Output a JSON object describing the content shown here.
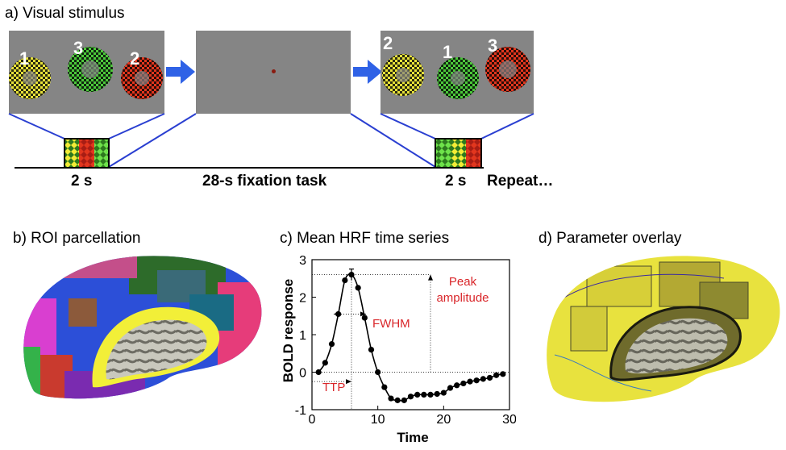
{
  "panel_a": {
    "title": "a) Visual stimulus",
    "frame1_numbers": [
      "1",
      "3",
      "2"
    ],
    "frame3_numbers": [
      "2",
      "1",
      "3"
    ],
    "label_2s_left": "2 s",
    "label_fixation": "28-s fixation task",
    "label_2s_right": "2 s",
    "label_repeat": "Repeat…",
    "colors": {
      "yellow": "#e8e23a",
      "green": "#4cc93a",
      "red": "#e2361e",
      "arrow": "#2f62e6",
      "guide": "#2a3fd1",
      "gray": "#858585"
    }
  },
  "panel_b": {
    "title": "b) ROI parcellation"
  },
  "panel_c": {
    "title": "c) Mean HRF time series",
    "annotations": {
      "ttp": "TTP",
      "fwhm": "FWHM",
      "peak_line1": "Peak",
      "peak_line2": "amplitude"
    },
    "annotation_color": "#d9262a"
  },
  "panel_d": {
    "title": "d) Parameter overlay"
  },
  "chart_data": {
    "type": "line",
    "title": "c) Mean HRF time series",
    "xlabel": "Time",
    "ylabel": "BOLD response",
    "xlim": [
      0,
      30
    ],
    "ylim": [
      -1,
      3
    ],
    "xticks": [
      0,
      10,
      20,
      30
    ],
    "yticks": [
      -1,
      0,
      1,
      2,
      3
    ],
    "grid": false,
    "series": [
      {
        "x": [
          1,
          2,
          3,
          4,
          5,
          6,
          7,
          8,
          9,
          10,
          11,
          12,
          13,
          14,
          15,
          16,
          17,
          18,
          19,
          20,
          21,
          22,
          23,
          24,
          25,
          26,
          27,
          28,
          29
        ],
        "y": [
          0.0,
          0.25,
          0.75,
          1.55,
          2.45,
          2.6,
          2.25,
          1.45,
          0.6,
          0.0,
          -0.4,
          -0.7,
          -0.75,
          -0.75,
          -0.65,
          -0.6,
          -0.6,
          -0.6,
          -0.58,
          -0.55,
          -0.42,
          -0.35,
          -0.3,
          -0.25,
          -0.22,
          -0.18,
          -0.15,
          -0.08,
          -0.05
        ]
      }
    ]
  }
}
